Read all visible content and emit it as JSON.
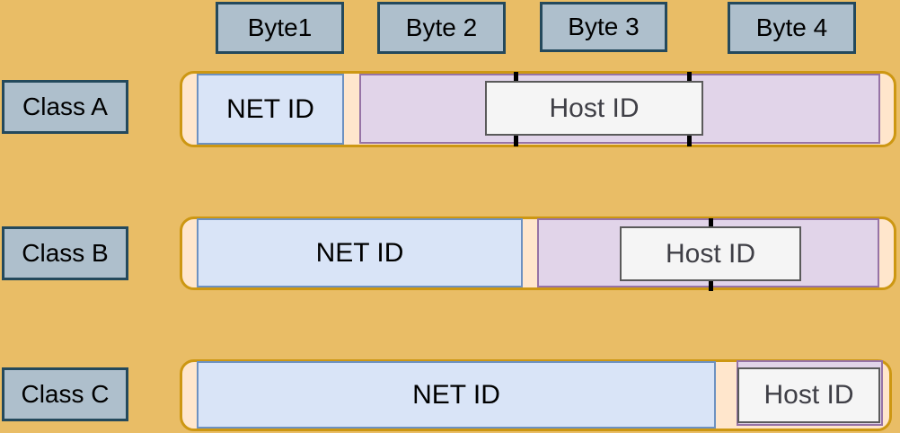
{
  "diagram": {
    "byte_headers": [
      "Byte1",
      "Byte 2",
      "Byte 3",
      "Byte 4"
    ],
    "rows": [
      {
        "class_label": "Class A",
        "net_label": "NET ID",
        "host_label": "Host ID",
        "net_span_bytes": 1,
        "host_span_bytes": 3
      },
      {
        "class_label": "Class B",
        "net_label": "NET ID",
        "host_label": "Host ID",
        "net_span_bytes": 2,
        "host_span_bytes": 2
      },
      {
        "class_label": "Class C",
        "net_label": "NET ID",
        "host_label": "Host ID",
        "net_span_bytes": 3,
        "host_span_bytes": 1
      }
    ],
    "colors": {
      "background": "#E9BD66",
      "label_box_fill": "#AEBFCC",
      "label_box_border": "#24495C",
      "bar_fill": "#FFE6CC",
      "bar_border": "#CD9712",
      "net_fill": "#D9E4F7",
      "net_border": "#6D91C1",
      "host_fill": "#E1D4E9",
      "host_border": "#9673A6",
      "host_label_fill": "#F5F5F5",
      "host_label_border": "#5A5A5A",
      "tick": "#000000"
    }
  }
}
